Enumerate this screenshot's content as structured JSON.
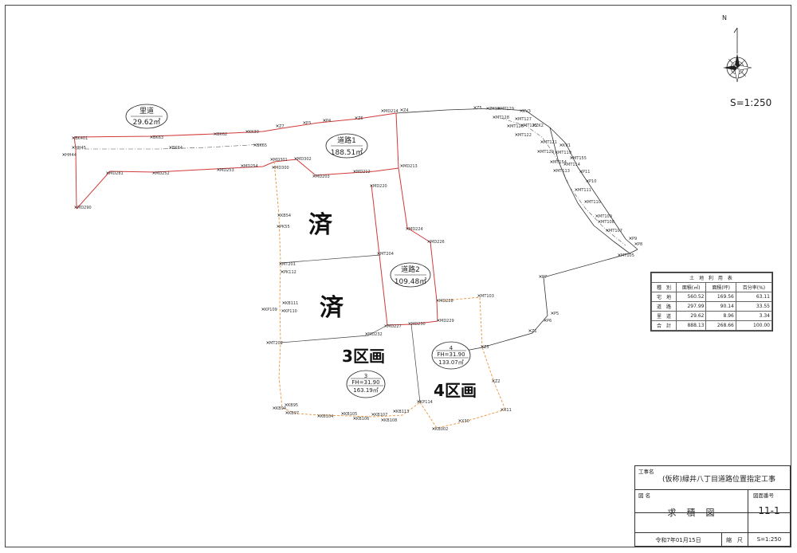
{
  "scale_label": "S=1:250",
  "north_label": "N",
  "pads": {
    "satodo": {
      "title": "里道",
      "value": "29.62㎡"
    },
    "road1": {
      "title": "道路1",
      "value": "188.51㎡"
    },
    "road2": {
      "title": "道路2",
      "value": "109.48㎡"
    },
    "lot3": {
      "no": "3",
      "fh": "FH=31.90",
      "area": "163.19㎡"
    },
    "lot4": {
      "no": "4",
      "fh": "FH=31.90",
      "area": "133.07㎡"
    }
  },
  "labels": {
    "sumi1": "済",
    "sumi2": "済",
    "ku3": "3区画",
    "ku4": "4区画"
  },
  "points": {
    "BK401": "BK401",
    "BK62": "BK62",
    "BK63": "BK63",
    "BK64": "BK64",
    "KK30": "KK30",
    "Z7": "Z7",
    "P3": "P3",
    "P4": "P4",
    "Z6": "Z6",
    "MD214": "MD214",
    "Z4": "Z4",
    "Z5": "Z5",
    "ZK10": "ZK10",
    "MT129": "MT129",
    "KV3": "KV3",
    "MT128": "MT128",
    "MT127": "MT127",
    "MT126": "MT126",
    "MT125": "MT125",
    "ZK2": "ZK2",
    "MT122": "MT122",
    "MT121": "MT121",
    "KV1": "KV1",
    "MT120": "MT120",
    "MT119": "MT119",
    "MT155": "MT155",
    "MT154": "MT154",
    "MT114": "MT114",
    "MT113": "MT113",
    "P11": "P11",
    "P10": "P10",
    "MT111": "MT111",
    "MT110": "MT110",
    "MT109": "MT109",
    "MT108": "MT108",
    "MT107": "MT107",
    "P9": "P9",
    "P8": "P8",
    "MT105": "MT105",
    "BK65": "BK65",
    "HH45": "HH45",
    "HH44": "HH44",
    "MD281": "MD281",
    "MD252": "MD252",
    "MD253": "MD253",
    "MD254": "MD254",
    "MD301": "MD301",
    "MD300": "MD300",
    "MD302": "MD302",
    "MD203": "MD203",
    "MD212": "MD212",
    "MD213": "MD213",
    "MD220": "MD220",
    "MD290": "MD290",
    "KB54": "KB54",
    "PK55": "PK55",
    "MD224": "MD224",
    "MD226": "MD226",
    "MT204": "MT204",
    "MT201": "MT201",
    "PK112": "PK112",
    "KB111": "KB111",
    "KP109": "KP109",
    "KP110": "KP110",
    "MD228": "MD228",
    "MT103": "MT103",
    "MD229": "MD229",
    "MD230": "MD230",
    "MD227": "MD227",
    "MD232": "MD232",
    "MT202": "MT202",
    "P7": "P7",
    "P6": "P6",
    "P5": "P5",
    "Z1": "Z1",
    "Z3": "Z3",
    "Z2": "Z2",
    "KB95": "KB95",
    "KB94": "KB94",
    "KB97": "KB97",
    "KB104": "KB104",
    "KB105": "KB105",
    "KB106": "KB106",
    "KB107": "KB107",
    "KB108": "KB108",
    "KB113": "KB113",
    "KP114": "KP114",
    "X11": "X11",
    "X30": "X30",
    "KB002": "KB002"
  },
  "land_use_table": {
    "title": "土 地 利 用 表",
    "headers": [
      "種　別",
      "面積(㎡)",
      "面積(坪)",
      "百分率(%)"
    ],
    "rows": [
      [
        "宅　地",
        "560.52",
        "169.56",
        "63.11"
      ],
      [
        "道　路",
        "297.99",
        "90.14",
        "33.55"
      ],
      [
        "里　道",
        "29.62",
        "8.96",
        "3.34"
      ],
      [
        "合　計",
        "888.13",
        "268.66",
        "100.00"
      ]
    ]
  },
  "title_block": {
    "project_label": "工事名",
    "project_name": "(仮称)緑井八丁目道路位置指定工事",
    "drawing_label": "図 名",
    "drawing_number_label": "図面番号",
    "drawing_name": "求　積　図",
    "drawing_number": "11-1",
    "date": "令和7年01月15日",
    "scale_label": "縮　尺",
    "scale": "S=1:250"
  },
  "colors": {
    "boundary_red": "#d23a3a",
    "boundary_orange": "#e8943a",
    "line_dark": "#333333",
    "line_gray": "#777777"
  }
}
